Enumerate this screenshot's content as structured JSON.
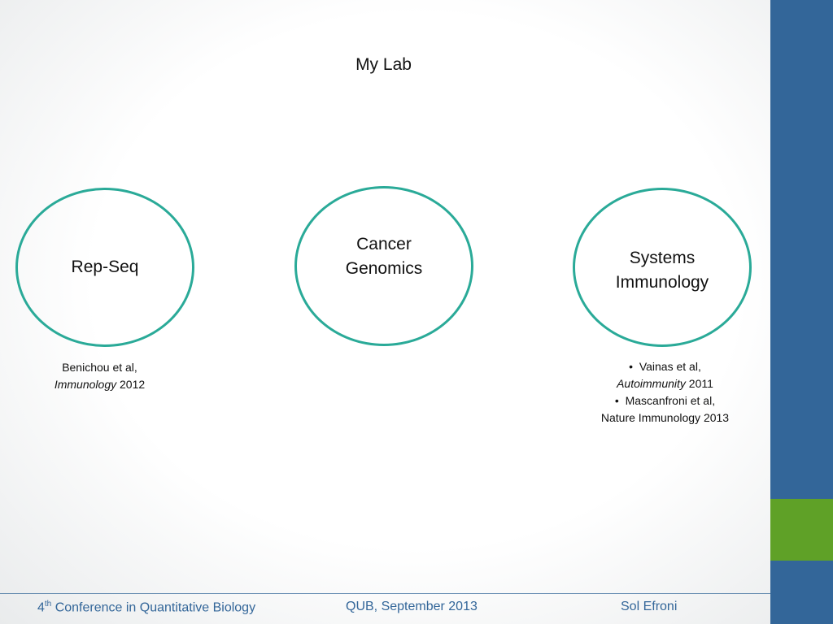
{
  "slide": {
    "title": "My Lab"
  },
  "circles": [
    {
      "lines": [
        "Rep-Seq"
      ]
    },
    {
      "lines": [
        "Cancer",
        "Genomics"
      ]
    },
    {
      "lines": [
        "Systems",
        "Immunology"
      ]
    }
  ],
  "references": {
    "left": {
      "line1": "Benichou et al,",
      "journal": "Immunology",
      "year": "2012"
    },
    "right": [
      {
        "bullet": "•",
        "line1": "Vainas et al,",
        "journal": "Autoimmunity",
        "year": "2011"
      },
      {
        "bullet": "•",
        "line1": "Mascanfroni et al,",
        "line2": "Nature Immunology 2013"
      }
    ]
  },
  "footer": {
    "conference_number": "4",
    "conference_suffix": "th",
    "conference_name": "Conference in Quantitative Biology",
    "venue": "QUB, September 2013",
    "author": "Sol Efroni"
  },
  "colors": {
    "sidebar": "#336699",
    "accent": "#5fa127",
    "circle_border": "#2aaa98",
    "footer_text": "#336699"
  }
}
